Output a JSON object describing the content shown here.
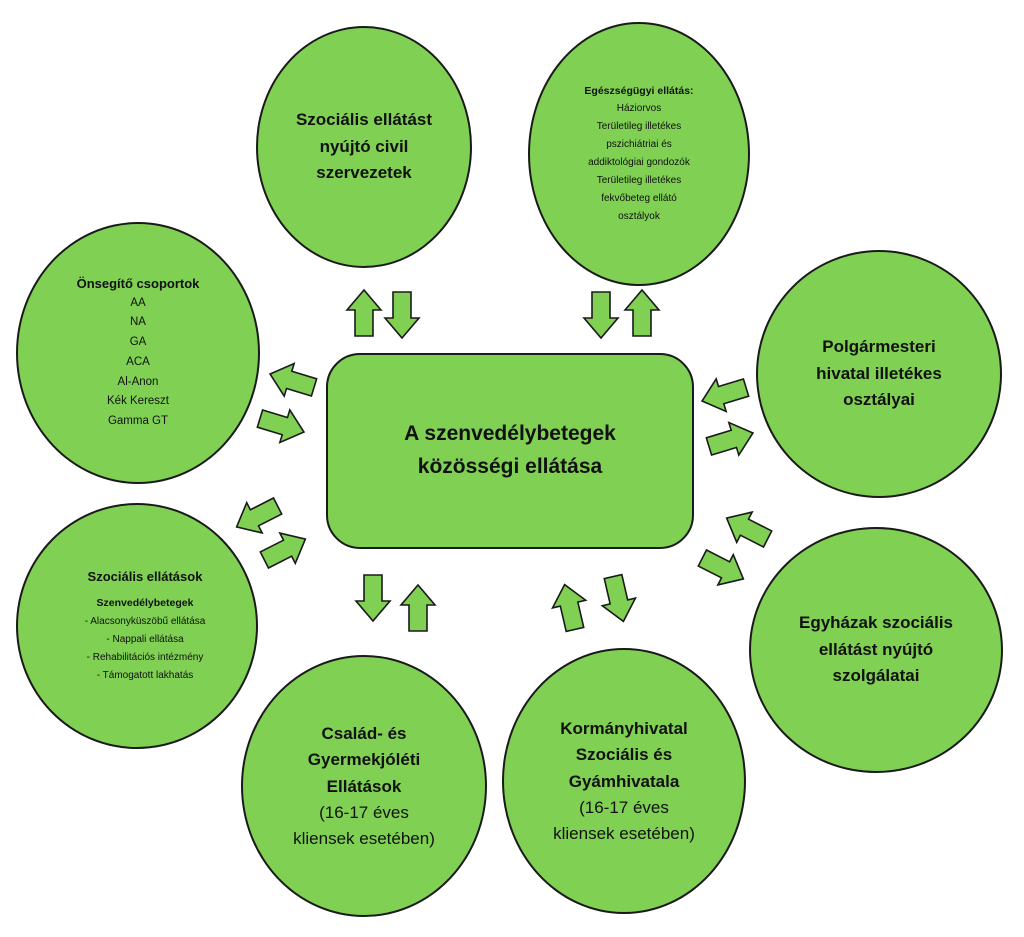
{
  "center": {
    "text": "A szenvedélybetegek közösségi ellátása"
  },
  "nodes": {
    "civil": {
      "title": "Szociális ellátást nyújtó civil szervezetek"
    },
    "health": {
      "title": "Egészségügyi ellátás:",
      "lines": [
        "Háziorvos",
        "Területileg illetékes",
        "pszichiátriai és",
        "addiktológiai gondozók",
        "Területileg illetékes",
        "fekvőbeteg ellátó",
        "osztályok"
      ]
    },
    "selfhelp": {
      "title": "Önsegítő csoportok",
      "lines": [
        "AA",
        "NA",
        "GA",
        "ACA",
        "Al-Anon",
        "Kék Kereszt",
        "Gamma GT"
      ]
    },
    "mayor": {
      "title": "Polgármesteri hivatal illetékes osztályai"
    },
    "social": {
      "title": "Szociális ellátások",
      "subtitle": "Szenvedélybetegek",
      "items": [
        "- Alacsonyküszöbű ellátása",
        "- Nappali ellátása",
        "- Rehabilitációs intézmény",
        "- Támogatott lakhatás"
      ]
    },
    "church": {
      "title": "Egyházak szociális ellátást nyújtó szolgálatai"
    },
    "family": {
      "title": "Család- és Gyermekjóléti Ellátások",
      "note": "(16-17 éves kliensek esetében)"
    },
    "government": {
      "title": "Kormányhivatal Szociális és Gyámhivatala",
      "note": "(16-17 éves kliensek esetében)"
    }
  },
  "colors": {
    "fill": "#7fd053",
    "stroke": "#1a1a1a"
  }
}
